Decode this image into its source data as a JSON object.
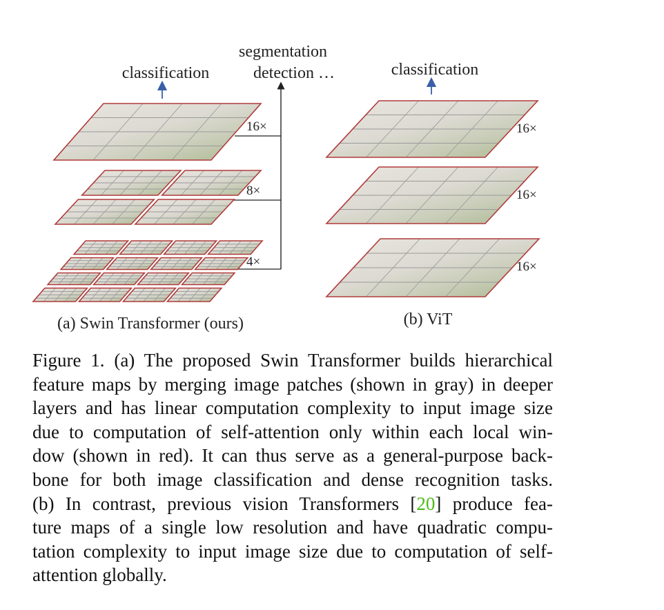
{
  "figure": {
    "swin": {
      "top_label": "classification",
      "side_label_1": "segmentation",
      "side_label_2": "detection …",
      "multipliers": [
        "16×",
        "8×",
        "4×"
      ],
      "caption": "(a) Swin Transformer (ours)"
    },
    "vit": {
      "top_label": "classification",
      "multipliers": [
        "16×",
        "16×",
        "16×"
      ],
      "caption": "(b) ViT"
    },
    "colors": {
      "window_border": "#b03a3a",
      "patch_line": "#9a9a9a",
      "arrow": "#3a5fa8"
    }
  },
  "caption": {
    "lines": [
      "Figure 1. (a) The proposed Swin Transformer builds hierarchical",
      "feature maps by merging image patches (shown in gray) in deeper",
      "layers and has linear computation complexity to input image size",
      "due to computation of self-attention only within each local win-",
      "dow (shown in red). It can thus serve as a general-purpose back-",
      "bone for both image classification and dense recognition tasks."
    ],
    "line7_before": "(b) In contrast, previous vision Transformers [",
    "citation": "20",
    "line7_after": "] produce fea-",
    "lines_rest": [
      "ture maps of a single low resolution and have quadratic compu-",
      "tation complexity to input image size due to computation of self-",
      "attention globally."
    ]
  }
}
